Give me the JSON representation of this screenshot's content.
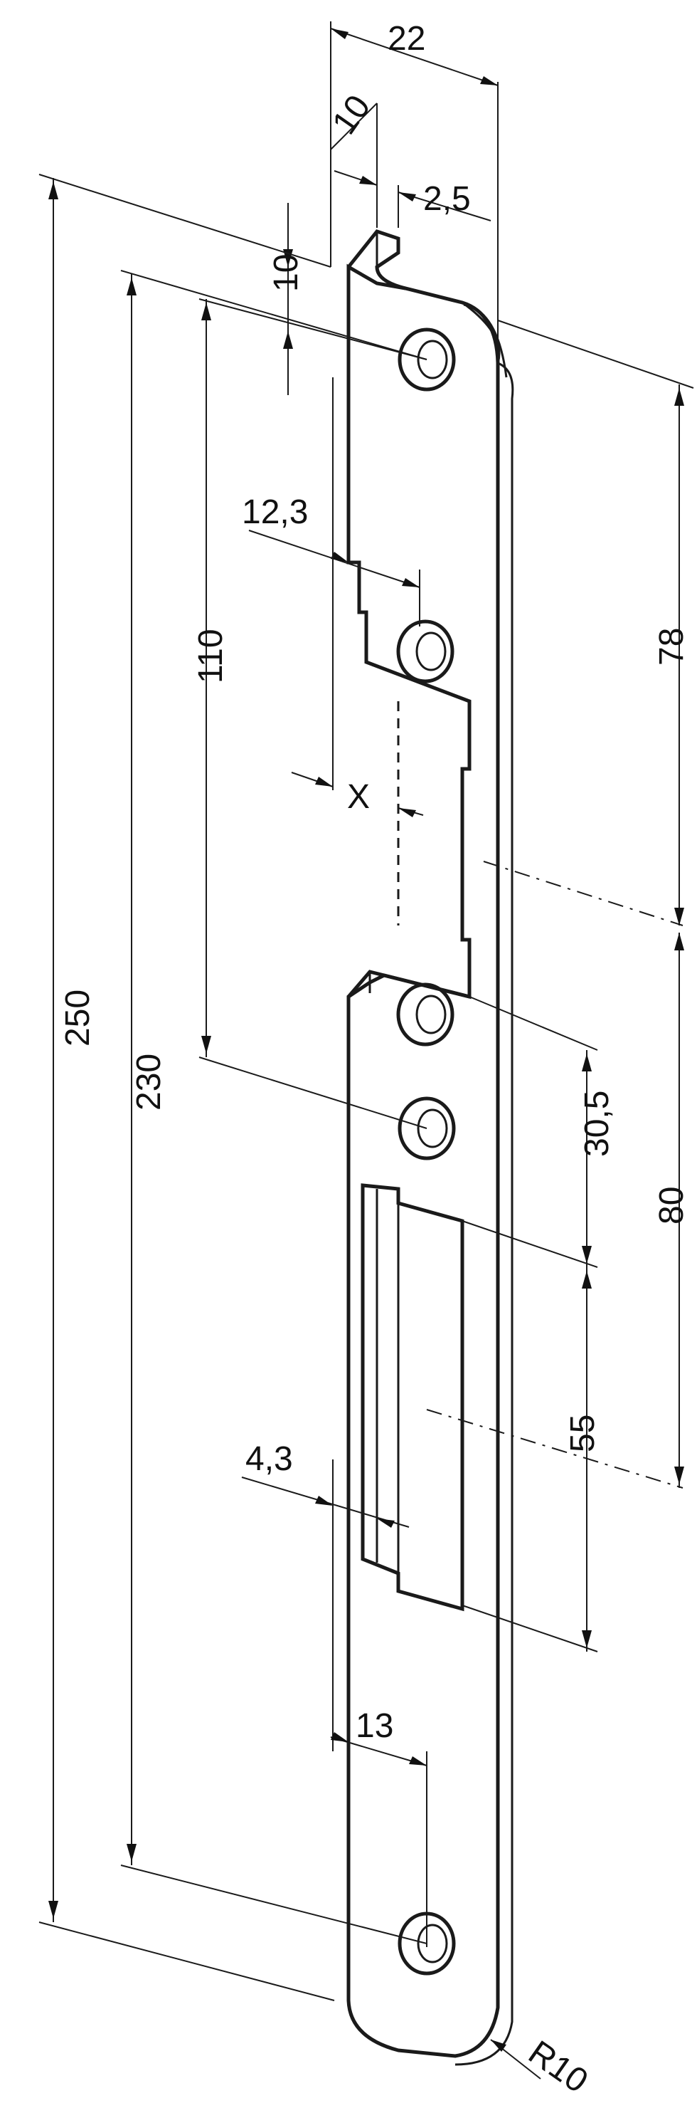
{
  "dimensions": {
    "d22": "22",
    "d10_top": "10",
    "d2_5": "2,5",
    "d10_side": "10",
    "d12_3": "12,3",
    "d110": "110",
    "dx": "X",
    "d78": "78",
    "d250": "250",
    "d230": "230",
    "d30_5": "30,5",
    "d80": "80",
    "d55": "55",
    "d4_3": "4,3",
    "d13": "13",
    "dR10": "R10"
  },
  "colors": {
    "line": "#1a1a1a",
    "background": "#ffffff"
  }
}
